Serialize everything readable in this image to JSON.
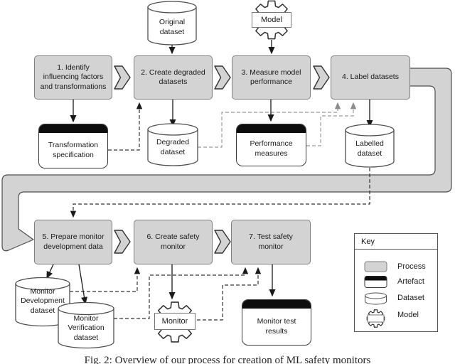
{
  "figure": {
    "caption": "Fig. 2: Overview of our process for creation of ML safety monitors"
  },
  "colors": {
    "process_fill": "#d3d3d3",
    "process_border": "#7f7f7f",
    "outline_dark": "#333333",
    "dashed_black": "#333333",
    "dashed_gray": "#999999",
    "artefact_bar": "#0d0d0d"
  },
  "processes": [
    {
      "label": "1. Identify\ninfluencing factors\nand transformations"
    },
    {
      "label": "2. Create degraded\ndatasets"
    },
    {
      "label": "3. Measure model\nperformance"
    },
    {
      "label": "4. Label datasets"
    },
    {
      "label": "5. Prepare monitor\ndevelopment data"
    },
    {
      "label": "6. Create safety\nmonitor"
    },
    {
      "label": "7. Test safety\nmonitor"
    }
  ],
  "datasets": [
    {
      "label": "Original\ndataset"
    },
    {
      "label": "Degraded\ndataset"
    },
    {
      "label": "Labelled\ndataset"
    },
    {
      "label": "Monitor\nDevelopment\ndataset"
    },
    {
      "label": "Monitor\nVerification\ndataset"
    }
  ],
  "artefacts": [
    {
      "label": "Transformation\nspecification"
    },
    {
      "label": "Performance\nmeasures"
    },
    {
      "label": "Monitor test\nresults"
    }
  ],
  "models": [
    {
      "label": "Model"
    },
    {
      "label": "Monitor"
    }
  ],
  "key": {
    "title": "Key",
    "items": [
      {
        "type": "process",
        "label": "Process"
      },
      {
        "type": "artefact",
        "label": "Artefact"
      },
      {
        "type": "dataset",
        "label": "Dataset"
      },
      {
        "type": "model",
        "label": "Model"
      }
    ]
  }
}
